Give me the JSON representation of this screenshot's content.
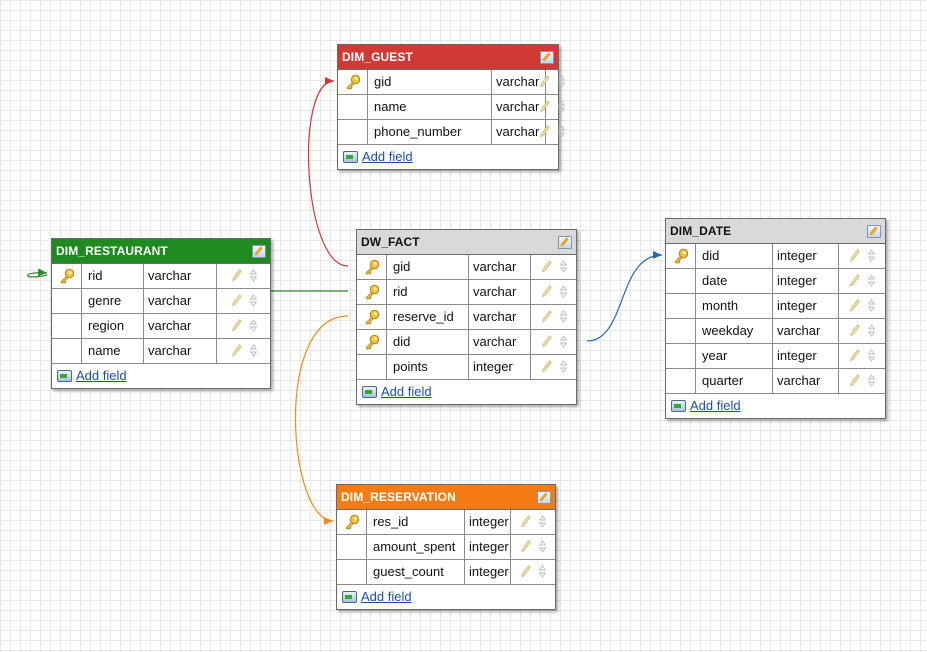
{
  "diagram": {
    "tables": [
      {
        "id": "dim_guest",
        "name": "DIM_GUEST",
        "header_color": "#d03a34",
        "header_text_color": "#ffffff",
        "fields": [
          {
            "name": "gid",
            "type": "varchar",
            "primary_key": true
          },
          {
            "name": "name",
            "type": "varchar",
            "primary_key": false
          },
          {
            "name": "phone_number",
            "type": "varchar",
            "primary_key": false
          }
        ],
        "add_field_label": "Add field"
      },
      {
        "id": "dim_restaurant",
        "name": "DIM_RESTAURANT",
        "header_color": "#1f8a1f",
        "header_text_color": "#ffffff",
        "fields": [
          {
            "name": "rid",
            "type": "varchar",
            "primary_key": true
          },
          {
            "name": "genre",
            "type": "varchar",
            "primary_key": false
          },
          {
            "name": "region",
            "type": "varchar",
            "primary_key": false
          },
          {
            "name": "name",
            "type": "varchar",
            "primary_key": false
          }
        ],
        "add_field_label": "Add field"
      },
      {
        "id": "dw_fact",
        "name": "DW_FACT",
        "header_color": "#d9d9d9",
        "header_text_color": "#111111",
        "fields": [
          {
            "name": "gid",
            "type": "varchar",
            "primary_key": true
          },
          {
            "name": "rid",
            "type": "varchar",
            "primary_key": true
          },
          {
            "name": "reserve_id",
            "type": "varchar",
            "primary_key": true
          },
          {
            "name": "did",
            "type": "varchar",
            "primary_key": true
          },
          {
            "name": "points",
            "type": "integer",
            "primary_key": false
          }
        ],
        "add_field_label": "Add field"
      },
      {
        "id": "dim_date",
        "name": "DIM_DATE",
        "header_color": "#d9d9d9",
        "header_text_color": "#111111",
        "fields": [
          {
            "name": "did",
            "type": "integer",
            "primary_key": true
          },
          {
            "name": "date",
            "type": "integer",
            "primary_key": false
          },
          {
            "name": "month",
            "type": "integer",
            "primary_key": false
          },
          {
            "name": "weekday",
            "type": "varchar",
            "primary_key": false
          },
          {
            "name": "year",
            "type": "integer",
            "primary_key": false
          },
          {
            "name": "quarter",
            "type": "varchar",
            "primary_key": false
          }
        ],
        "add_field_label": "Add field"
      },
      {
        "id": "dim_reservation",
        "name": "DIM_RESERVATION",
        "header_color": "#f57c12",
        "header_text_color": "#ffffff",
        "fields": [
          {
            "name": "res_id",
            "type": "integer",
            "primary_key": true
          },
          {
            "name": "amount_spent",
            "type": "integer",
            "primary_key": false
          },
          {
            "name": "guest_count",
            "type": "integer",
            "primary_key": false
          }
        ],
        "add_field_label": "Add field"
      }
    ],
    "relations": [
      {
        "from_table": "dw_fact",
        "from_field": "gid",
        "to_table": "dim_guest",
        "to_field": "gid",
        "color": "#c83a36"
      },
      {
        "from_table": "dw_fact",
        "from_field": "rid",
        "to_table": "dim_restaurant",
        "to_field": "rid",
        "color": "#2c8a2c"
      },
      {
        "from_table": "dw_fact",
        "from_field": "reserve_id",
        "to_table": "dim_reservation",
        "to_field": "res_id",
        "color": "#f08a1c"
      },
      {
        "from_table": "dw_fact",
        "from_field": "did",
        "to_table": "dim_date",
        "to_field": "did",
        "color": "#2f6aa8"
      }
    ]
  }
}
